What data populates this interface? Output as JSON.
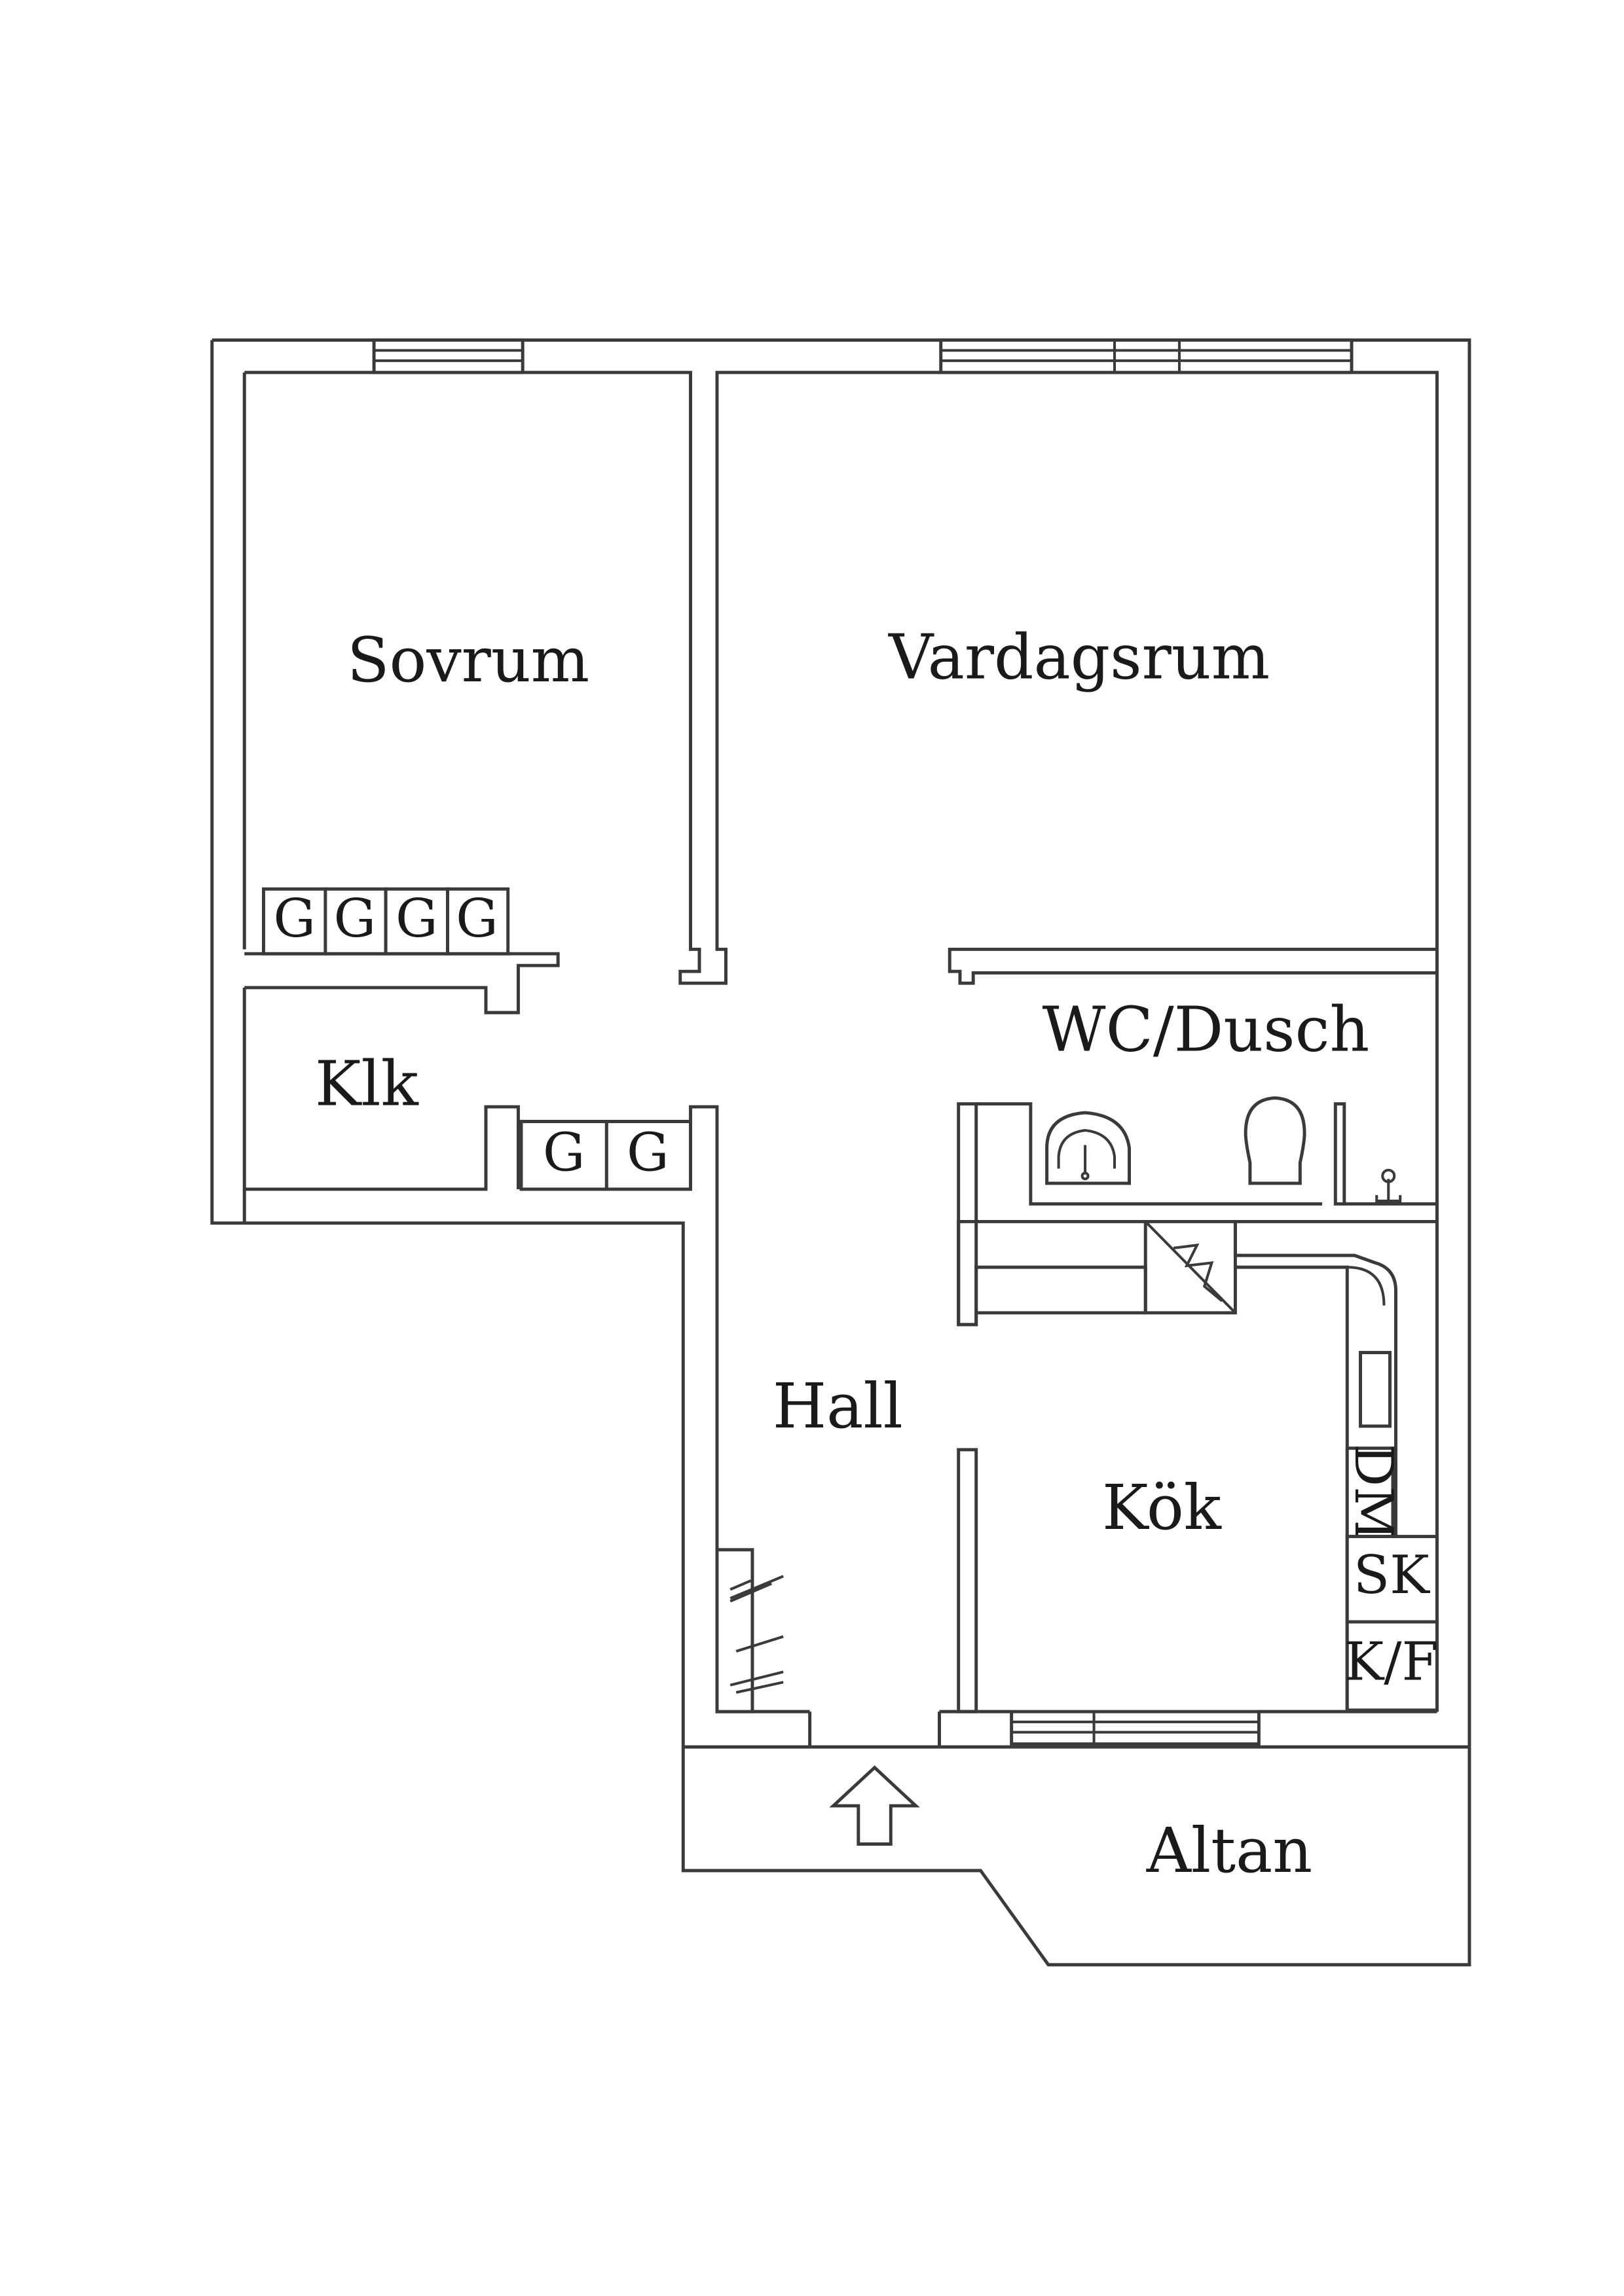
{
  "rooms": {
    "sovrum": "Sovrum",
    "vardagsrum": "Vardagsrum",
    "wc": "WC/Dusch",
    "klk": "Klk",
    "hall": "Hall",
    "kok": "Kök",
    "altan": "Altan"
  },
  "wardrobe_label": "G",
  "appliances": {
    "dishwasher": "DM",
    "freezer": "SK",
    "fridge": "K/F"
  },
  "colors": {
    "line": "#3a3a3a",
    "text": "#1a1a1a",
    "background": "#ffffff"
  }
}
